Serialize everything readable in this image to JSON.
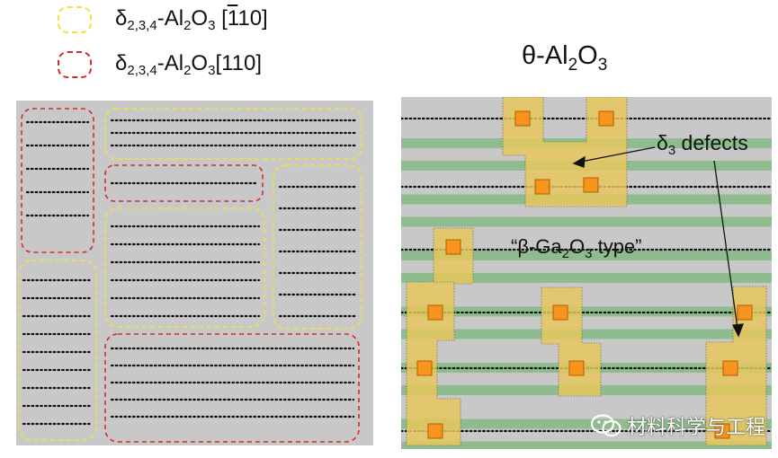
{
  "legend": {
    "items": [
      {
        "label_pre": "δ",
        "label_sub": "2,3,4",
        "label_mid": "-Al",
        "label_sub2": "2",
        "label_o": "O",
        "label_sub3": "3",
        "label_dir_open": " [",
        "label_dir_bar": "1",
        "label_dir_rest": "10]",
        "color": "#f2e23a"
      },
      {
        "label_pre": "δ",
        "label_sub": "2,3,4",
        "label_mid": "-Al",
        "label_sub2": "2",
        "label_o": "O",
        "label_sub3": "3",
        "label_dir_open": "[",
        "label_dir_bar": "",
        "label_dir_rest": "110]",
        "color": "#d42a2a"
      }
    ]
  },
  "right_panel": {
    "title_pre": "θ-Al",
    "title_sub": "2",
    "title_o": "O",
    "title_sub2": "3",
    "defect_label_pre": "δ",
    "defect_label_sub": "3",
    "defect_label_post": " defects",
    "type_label_pre": "“β-Ga",
    "type_label_sub": "2",
    "type_label_o": "O",
    "type_label_sub2": "3",
    "type_label_post": " type”"
  },
  "watermark": {
    "text": "材料科学与工程"
  },
  "colors": {
    "panel_bg": "#c8c8c8",
    "stripe_green": "#8fbc8f",
    "defect_fill": "#e8c75a",
    "atom_orange": "#f7941d",
    "yellow_outline": "#f2e23a",
    "red_outline": "#d42a2a"
  }
}
